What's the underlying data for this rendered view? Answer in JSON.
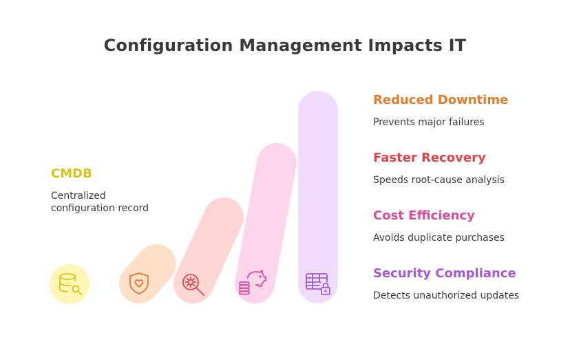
{
  "title": "Configuration Management Impacts IT",
  "left": {
    "heading": "CMDB",
    "description_line1": "Centralized",
    "description_line2": "configuration record",
    "color": "#d8c41a"
  },
  "items": [
    {
      "heading": "Reduced Downtime",
      "description": "Prevents major failures",
      "color": "#e07c2c"
    },
    {
      "heading": "Faster Recovery",
      "description": "Speeds root-cause analysis",
      "color": "#e0454b"
    },
    {
      "heading": "Cost Efficiency",
      "description": "Avoids duplicate purchases",
      "color": "#d94e9a"
    },
    {
      "heading": "Security Compliance",
      "description": "Detects unauthorized updates",
      "color": "#a35ad6"
    }
  ],
  "icons": [
    "database-search-icon",
    "shield-heart-icon",
    "gear-search-icon",
    "piggy-bank-coins-icon",
    "table-lock-icon"
  ],
  "colors": {
    "bar_yellow": "#fdf7b5",
    "bar_orange": "#fee0c8",
    "bar_salmon": "#fed6d3",
    "bar_pink": "#fdd6ec",
    "bar_lavender": "#f0ddfd",
    "icon_yellow": "#d8c41a",
    "icon_orange": "#e07c2c",
    "icon_red": "#e0454b",
    "icon_pink": "#d94e9a",
    "icon_purple": "#a35ad6"
  }
}
